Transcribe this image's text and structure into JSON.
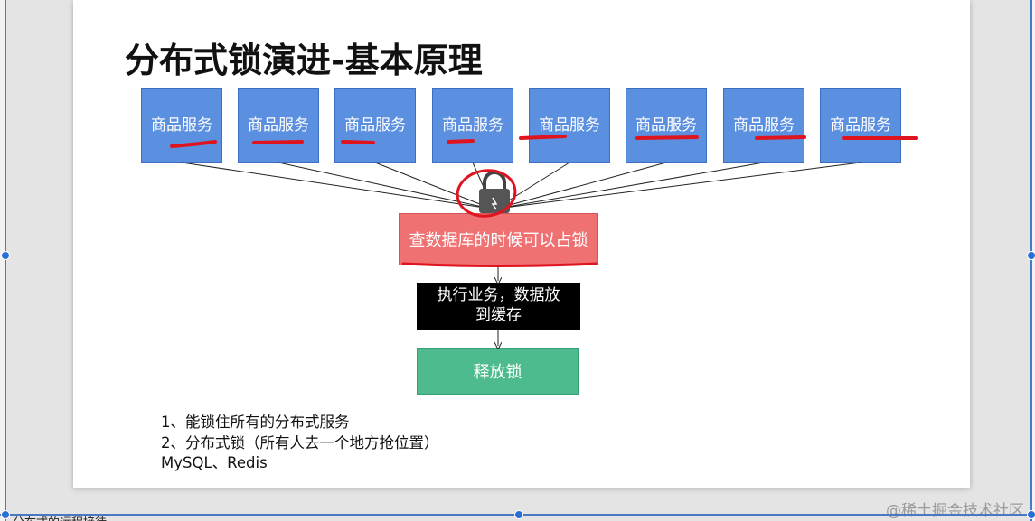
{
  "title": "分布式锁演进-基本原理",
  "services": [
    "商品服务",
    "商品服务",
    "商品服务",
    "商品服务",
    "商品服务",
    "商品服务",
    "商品服务",
    "商品服务"
  ],
  "db_lock_box": "查数据库的时候可以占锁",
  "exec_box": {
    "line1": "执行业务，数据放",
    "line2": "到缓存"
  },
  "release_box": "释放锁",
  "notes": [
    "1、能锁住所有的分布式服务",
    "2、分布式锁（所有人去一个地方抢位置）",
    "MySQL、Redis"
  ],
  "watermark": "@稀土掘金技术社区",
  "bottom_text": "分布式的远程接待",
  "colors": {
    "service_box": "#5b8fe0",
    "lock_box": "#f07172",
    "exec_box": "#000000",
    "release_box": "#4dbb8d",
    "annotation": "#e0141e"
  },
  "icons": {
    "lock": "padlock-icon"
  }
}
